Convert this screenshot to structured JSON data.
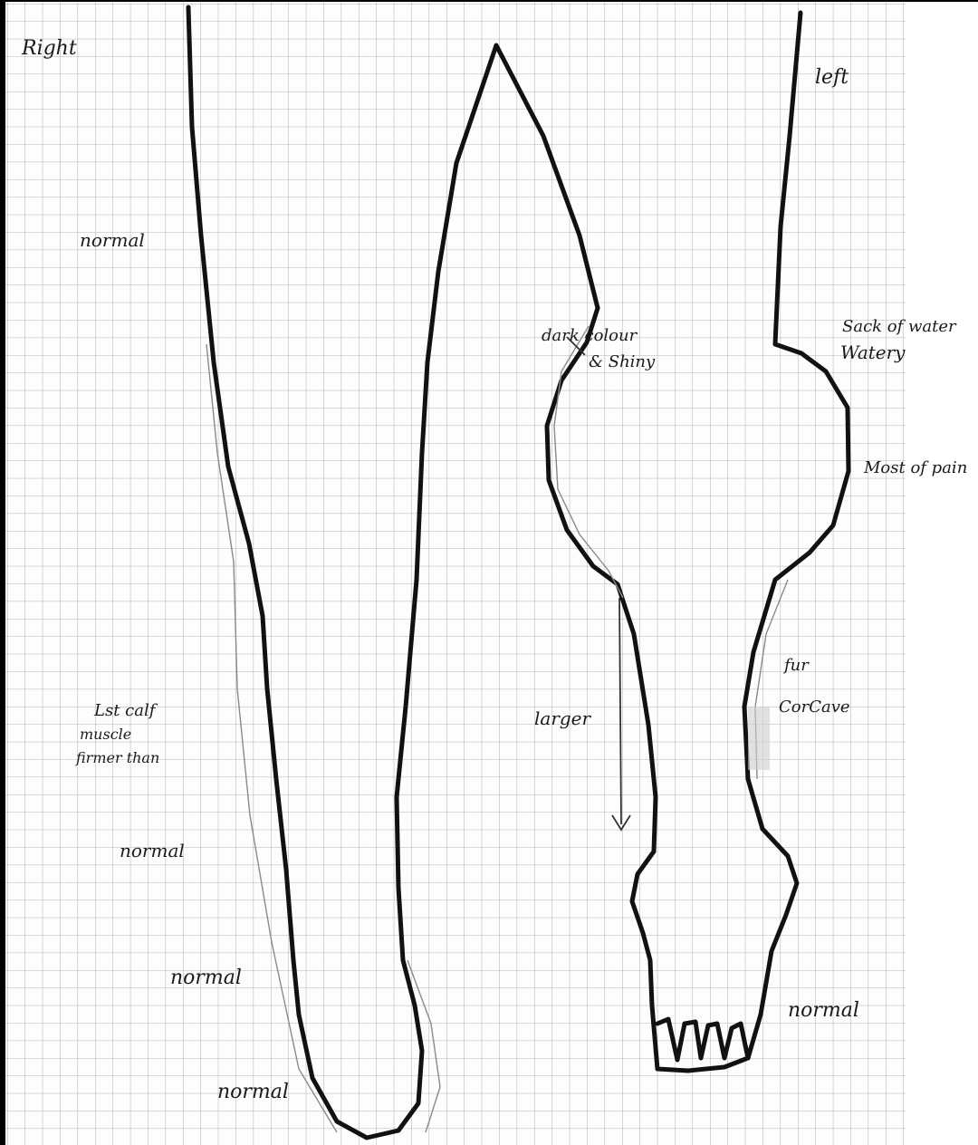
{
  "paper": {
    "background": "#fdfdfd",
    "grid_color": "#9a9a9a",
    "ink_color": "#111111"
  },
  "labels": {
    "right": "Right",
    "left": "left",
    "right_normal_thigh": "normal",
    "right_calf_1": "Lst calf",
    "right_calf_2": "muscle",
    "right_calf_3": "firmer than",
    "right_normal_shin": "normal",
    "right_normal_ankle": "normal",
    "right_normal_foot": "normal",
    "dark_colour": "dark colour",
    "shiny": "& Shiny",
    "larger": "larger",
    "sack_of_water": "Sack of water",
    "watery": "Watery",
    "most_of_pain": "Most of pain",
    "fur_1": "fur",
    "fur_2": "CorCave",
    "left_normal_foot": "normal"
  }
}
